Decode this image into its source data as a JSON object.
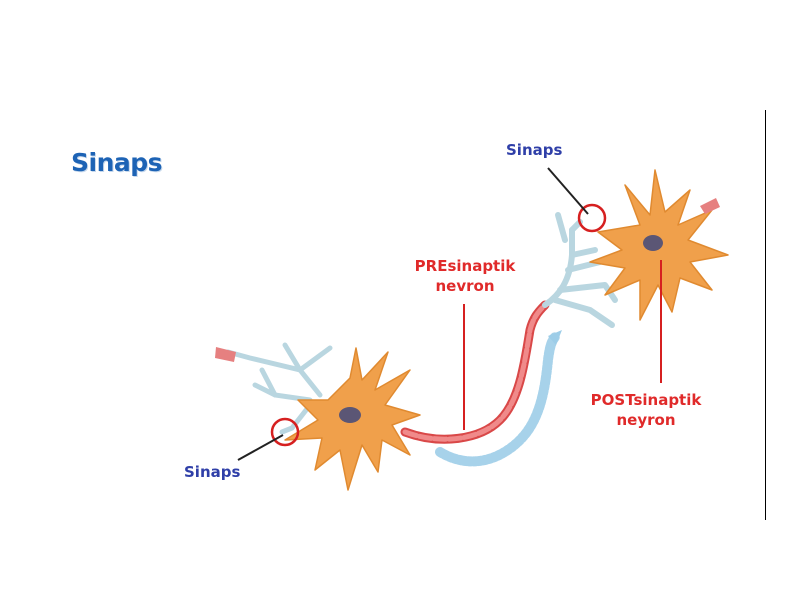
{
  "title": "Sinaps",
  "labels": {
    "synapse_top": "Sinaps",
    "synapse_bottom": "Sinaps",
    "presynaptic_line1": "PREsinaptik",
    "presynaptic_line2": "nevron",
    "postsynaptic_line1": "POSTsinaptik",
    "postsynaptic_line2": "neyron"
  },
  "colors": {
    "title": "#1d63b5",
    "synapse_label": "#2f3fa8",
    "neuron_label": "#e02a2a",
    "cell_body": "#f0a04b",
    "nucleus": "#5b5675",
    "dendrite": "#b9d6e0",
    "axon": "#e65a5a",
    "synapse_marker": "#d62020",
    "signal": "#9dcde8"
  }
}
